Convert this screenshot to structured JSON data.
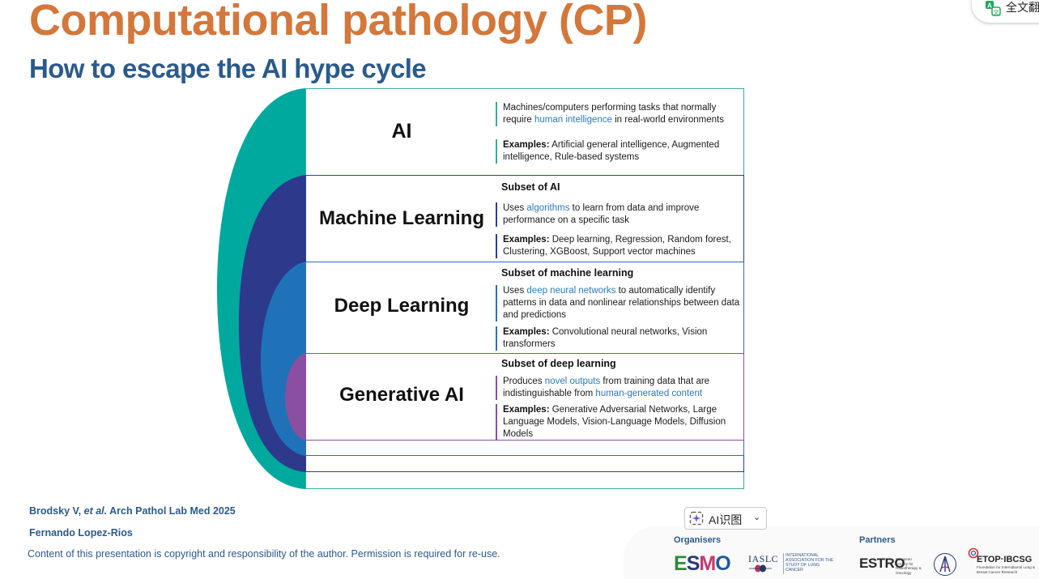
{
  "slide": {
    "title": "Computational pathology (CP)",
    "subtitle": "How to escape the AI hype cycle"
  },
  "overlay": {
    "fulltext_label": "全文翻",
    "ai_button_label": "AI识图",
    "ai_button_caret": "⌄"
  },
  "diagram": {
    "levels": [
      {
        "name": "AI",
        "color": "#00a99d",
        "subset": "",
        "definition": {
          "pre": "Machines/computers performing tasks that normally require ",
          "highlight": "human intelligence",
          "post": " in real-world environments"
        },
        "examples_label": "Examples:",
        "examples": " Artificial general intelligence, Augmented intelligence, Rule-based systems"
      },
      {
        "name": "Machine Learning",
        "color": "#2d3a8c",
        "subset": "Subset of AI",
        "definition": {
          "pre": "Uses ",
          "highlight": "algorithms",
          "post": " to learn from data and improve performance on a specific task"
        },
        "examples_label": "Examples:",
        "examples": " Deep learning, Regression, Random forest, Clustering, XGBoost, Support vector machines"
      },
      {
        "name": "Deep Learning",
        "color": "#1f72b8",
        "subset": "Subset of machine learning",
        "definition": {
          "pre": "Uses ",
          "highlight": "deep neural networks",
          "post": " to automatically identify patterns in data and nonlinear relationships between data and predictions"
        },
        "examples_label": "Examples:",
        "examples": " Convolutional neural networks, Vision transformers"
      },
      {
        "name": "Generative AI",
        "color": "#8a4fa0",
        "subset": "Subset of deep learning",
        "definition": {
          "pre": "Produces ",
          "highlight": "novel outputs",
          "mid": " from training data that are indistinguishable from ",
          "highlight2": "human-generated content"
        },
        "examples_label": "Examples:",
        "examples": " Generative Adversarial Networks, Large Language Models, Vision-Language Models, Diffusion Models"
      }
    ]
  },
  "footer": {
    "citation_authors": "Brodsky V, ",
    "citation_etal": "et al.",
    "citation_journal": " Arch Pathol Lab Med 2025",
    "author": "Fernando Lopez-Rios",
    "copyright": "Content of this presentation is copyright and responsibility of the author. Permission is required for re-use."
  },
  "sponsors": {
    "organisers_label": "Organisers",
    "partners_label": "Partners",
    "esmo": [
      "E",
      "S",
      "M",
      "O"
    ],
    "iaslc": "IASLC",
    "iaslc_full": "INTERNATIONAL ASSOCIATION FOR THE STUDY OF LUNG CANCER",
    "estro": "ESTRO",
    "estro_full": "European Society for Radiotherapy & Oncology",
    "etop": "ETOP·IBCSG",
    "etop_full": "Foundation for International Lung & Breast Cancer Research"
  }
}
